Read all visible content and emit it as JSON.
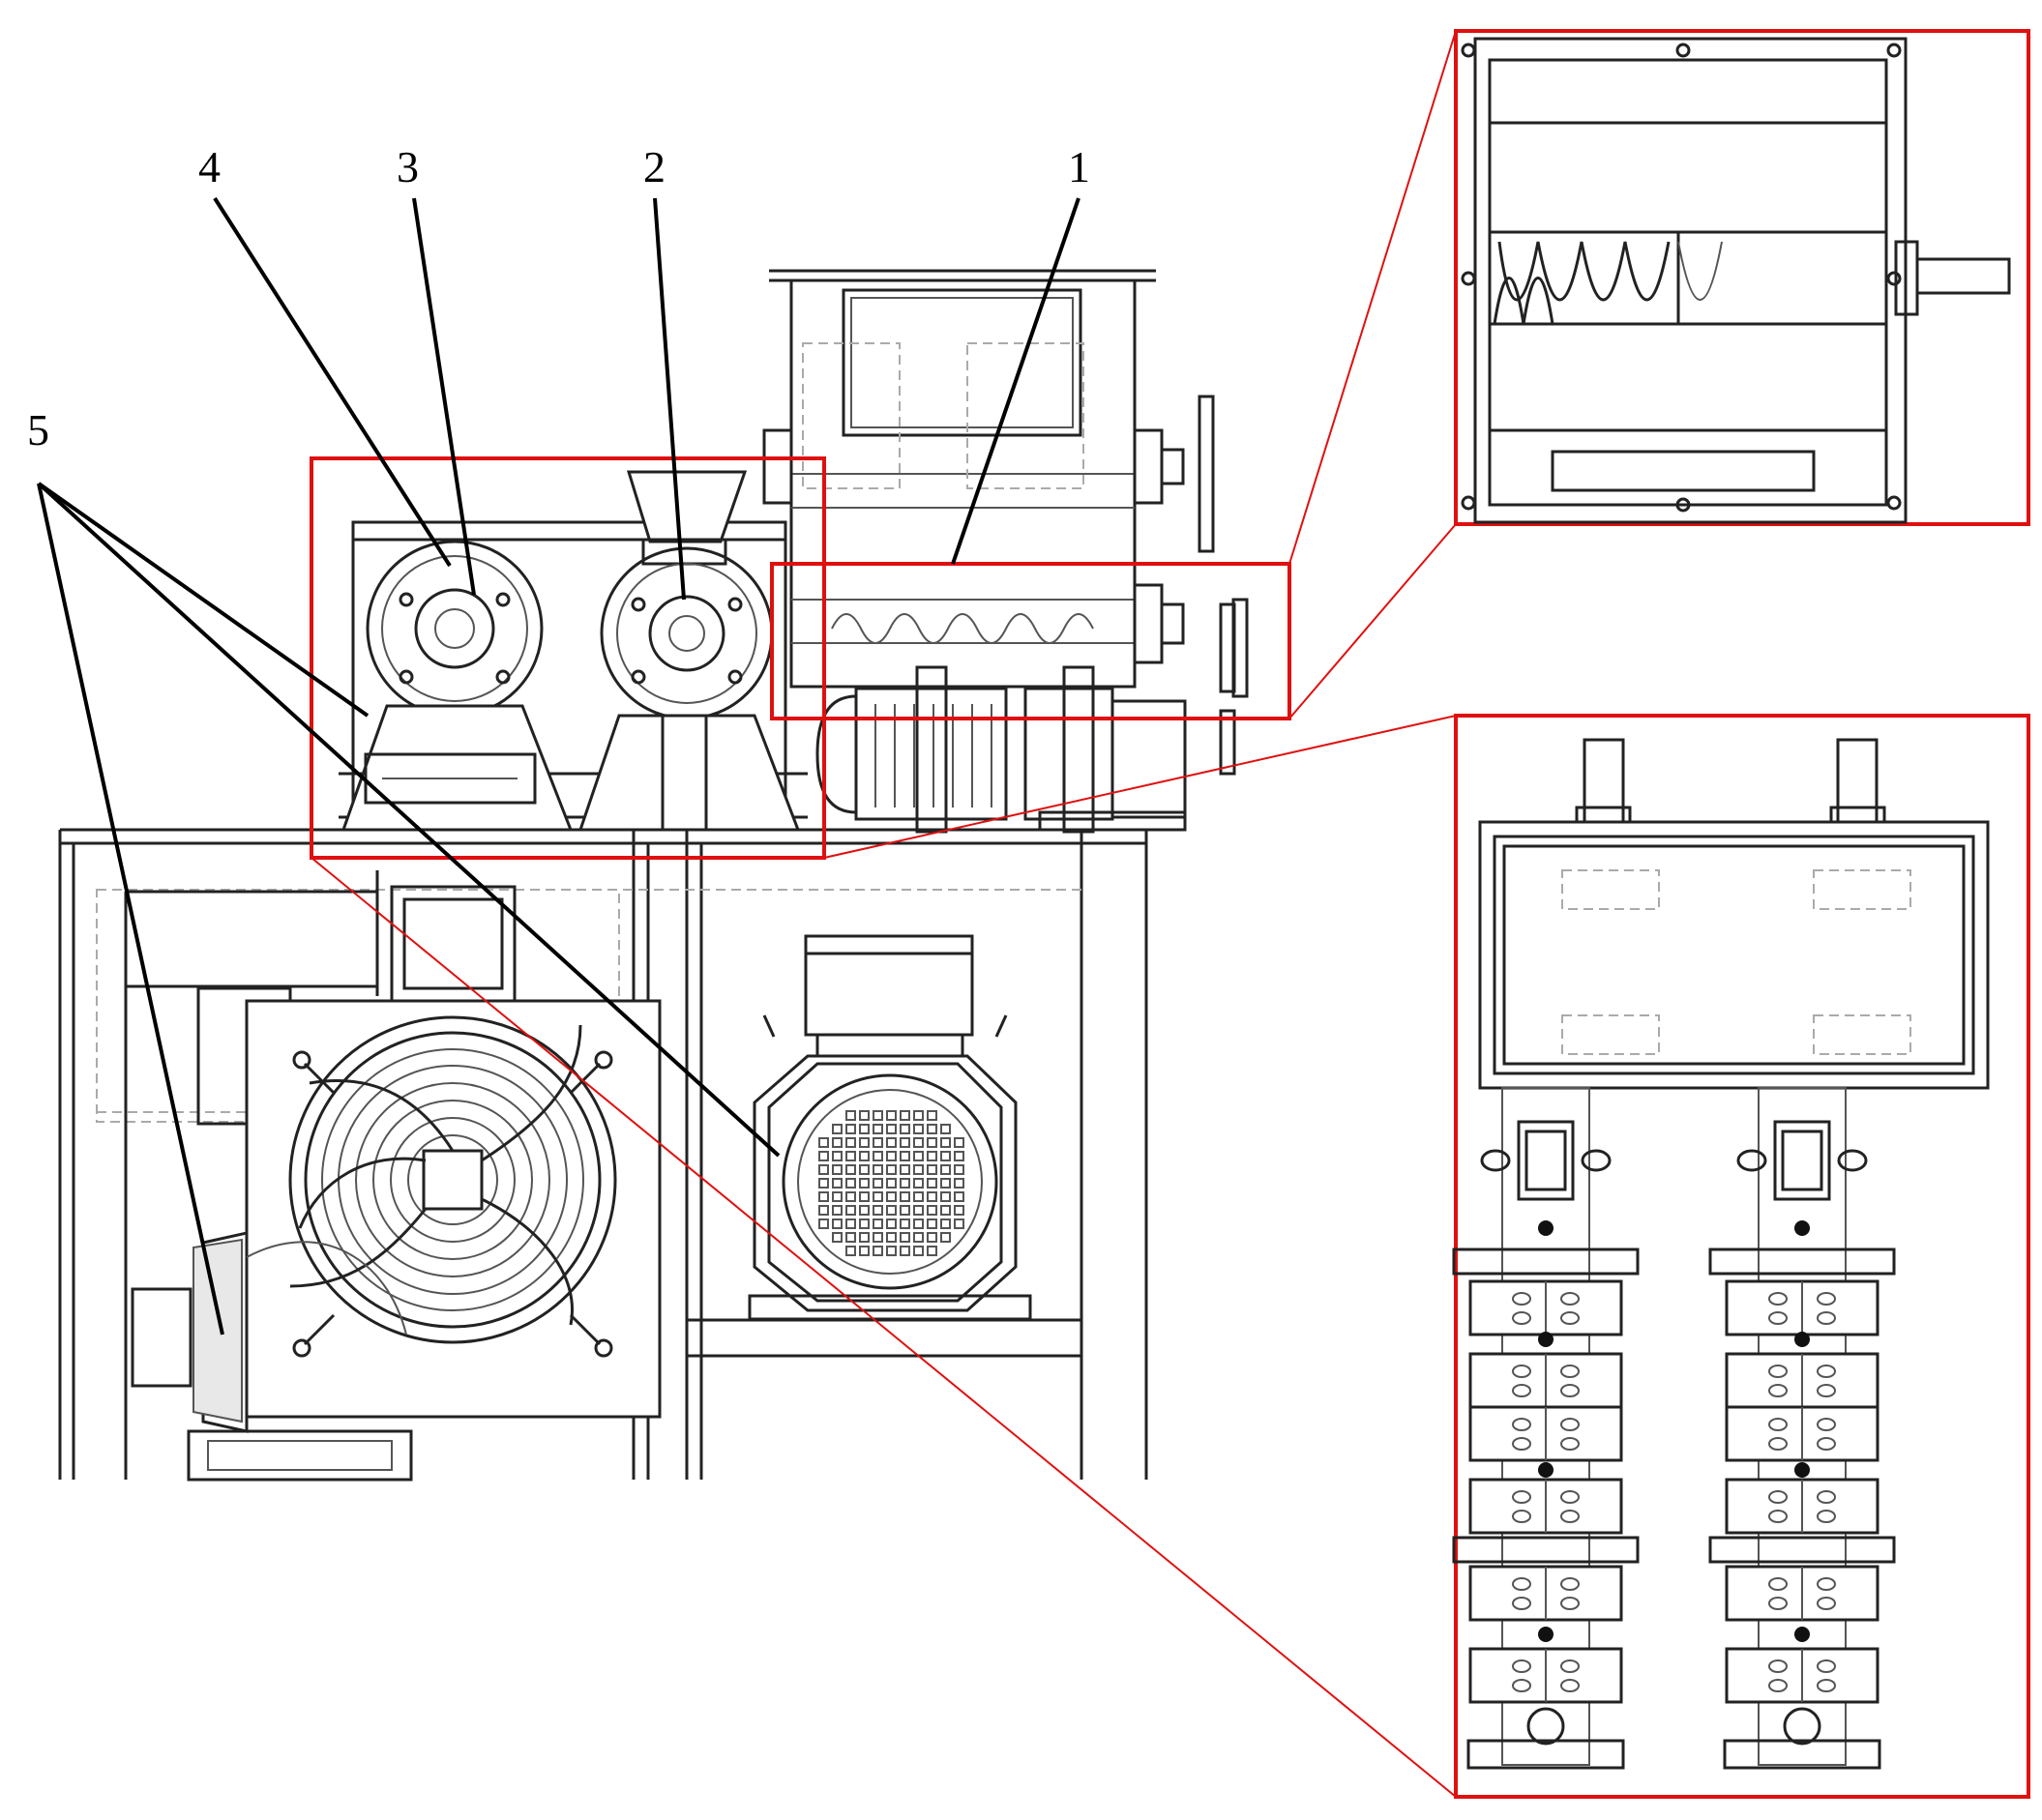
{
  "labels": {
    "part_1": "1",
    "part_2": "2",
    "part_3": "3",
    "part_4": "4",
    "part_5": "5"
  },
  "colors": {
    "highlight": "#e01010",
    "line": "#222222",
    "leader": "#000000",
    "background": "#ffffff"
  }
}
